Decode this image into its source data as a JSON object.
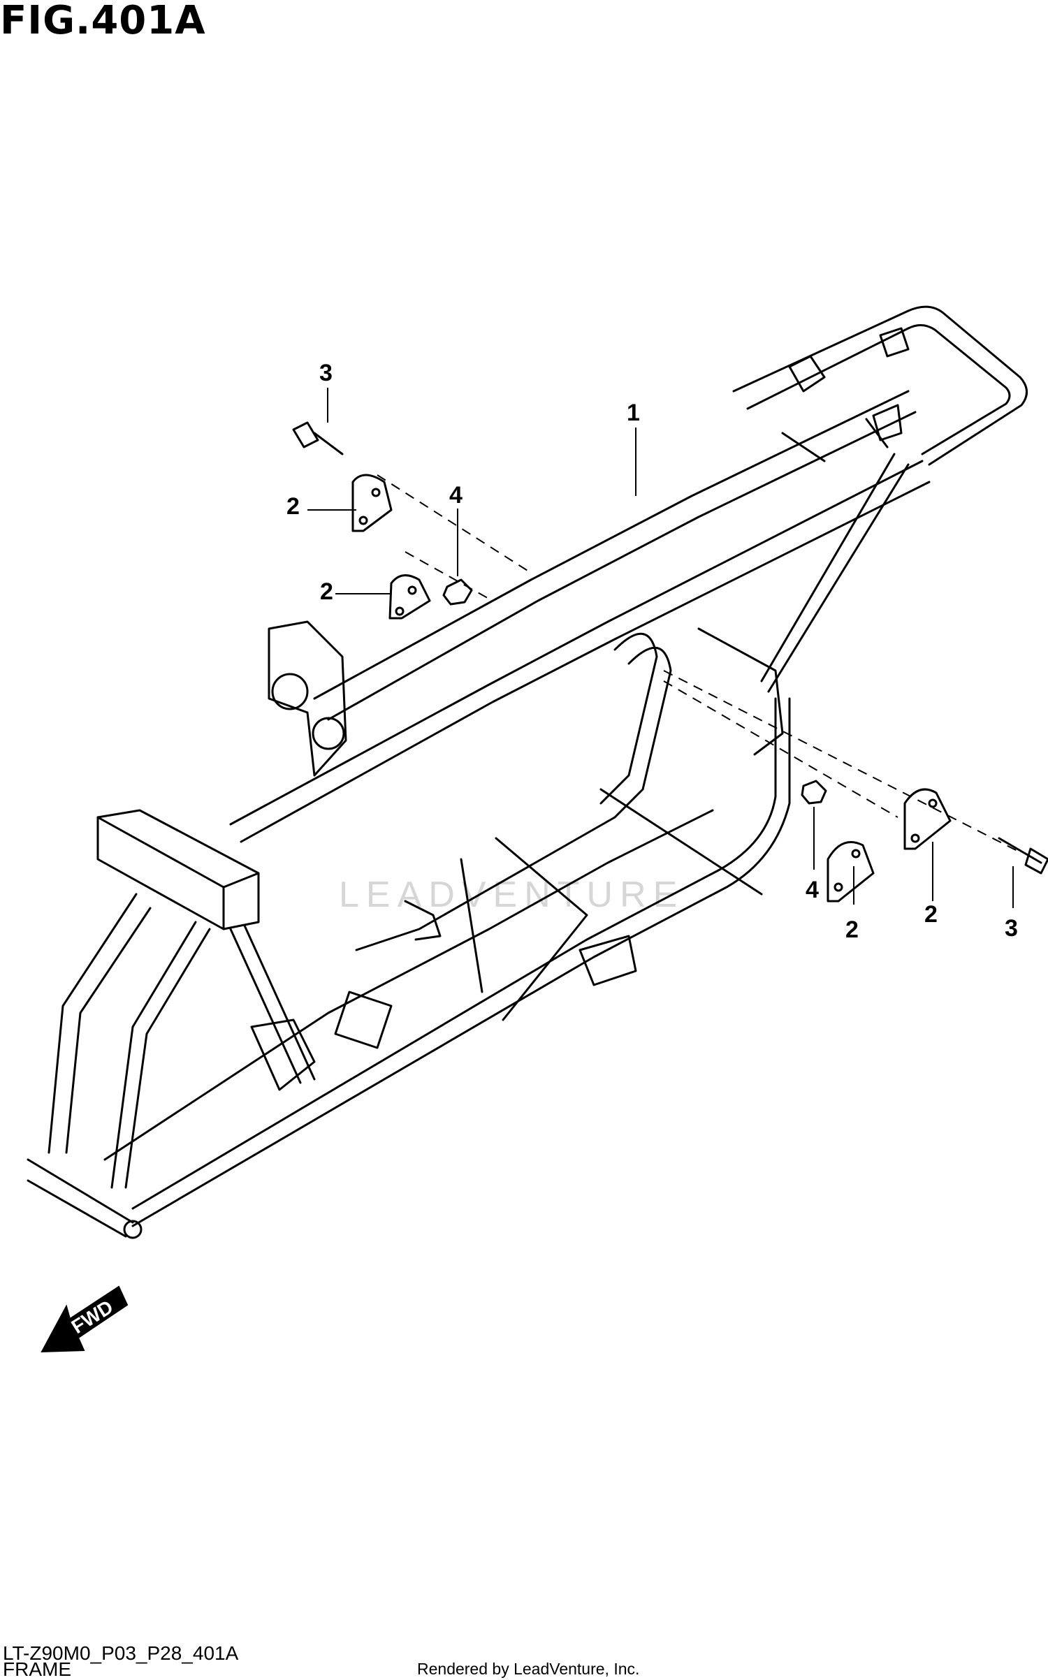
{
  "figure": {
    "title": "FIG.401A",
    "code": "LT-Z90M0_P03_P28_401A",
    "section": "FRAME"
  },
  "callouts": [
    {
      "id": "c1",
      "label": "1"
    },
    {
      "id": "c2a",
      "label": "2"
    },
    {
      "id": "c2b",
      "label": "2"
    },
    {
      "id": "c2c",
      "label": "2"
    },
    {
      "id": "c2d",
      "label": "2"
    },
    {
      "id": "c3a",
      "label": "3"
    },
    {
      "id": "c3b",
      "label": "3"
    },
    {
      "id": "c4a",
      "label": "4"
    },
    {
      "id": "c4b",
      "label": "4"
    }
  ],
  "fwd_label": "FWD",
  "watermark": "LEADVENTURE",
  "credit": "Rendered by LeadVenture, Inc."
}
